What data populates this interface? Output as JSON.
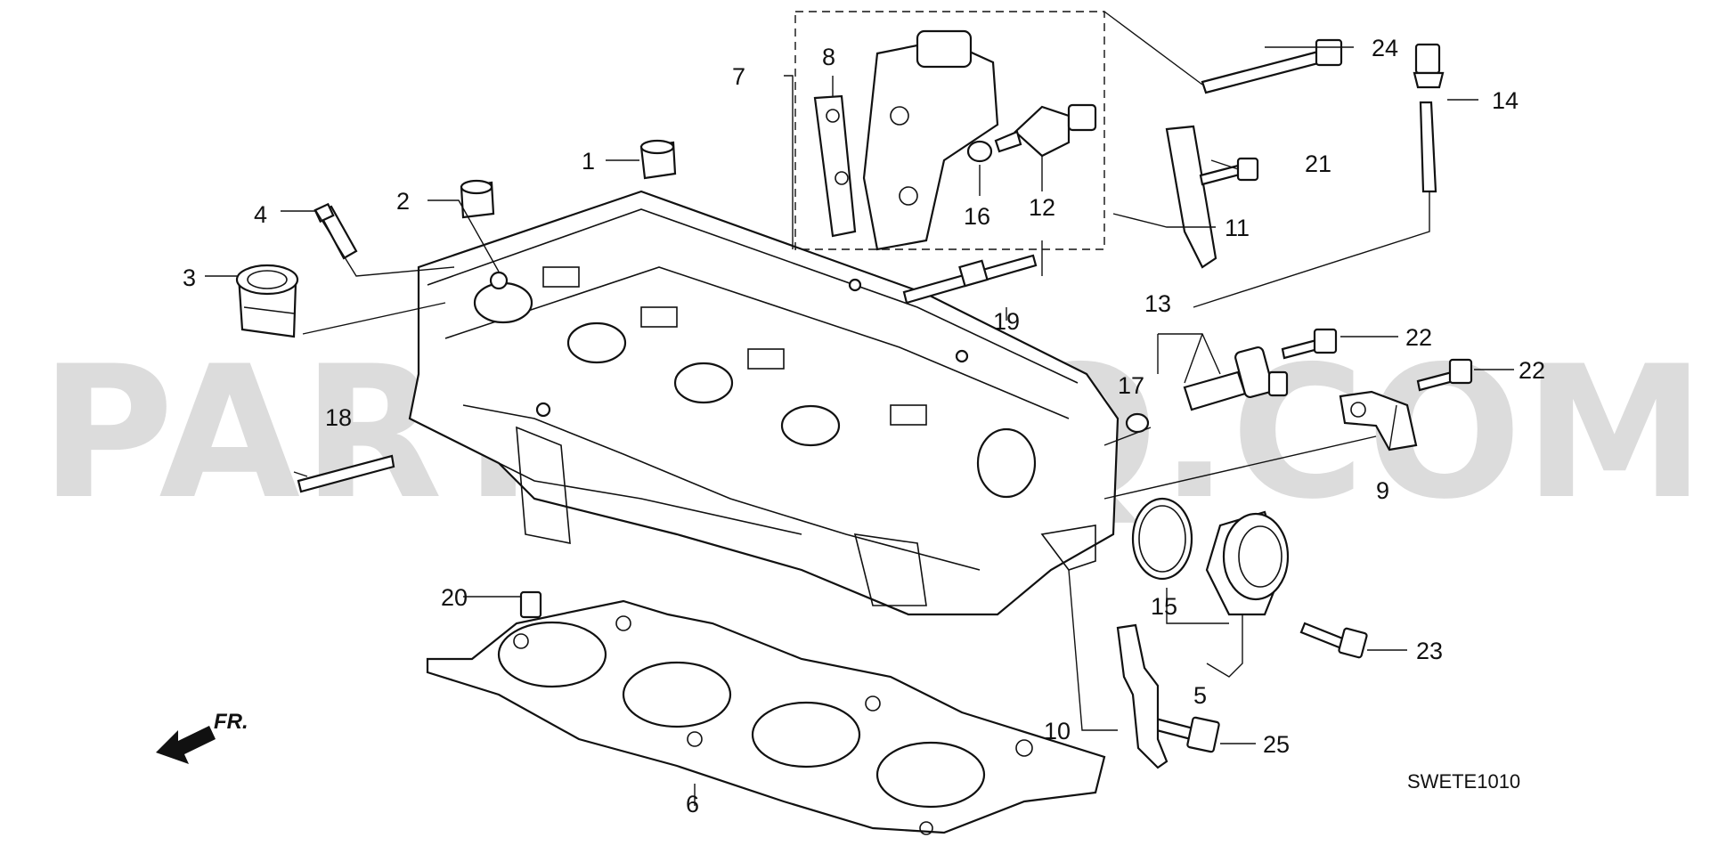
{
  "watermark": "PARTSOUQ.COM",
  "diagram_code": "SWETE1010",
  "front_marker": "FR.",
  "callouts": {
    "c1": "1",
    "c2": "2",
    "c3": "3",
    "c4": "4",
    "c5": "5",
    "c6": "6",
    "c7": "7",
    "c8": "8",
    "c9": "9",
    "c10": "10",
    "c11": "11",
    "c12": "12",
    "c13": "13",
    "c14": "14",
    "c15": "15",
    "c16": "16",
    "c17": "17",
    "c18": "18",
    "c19": "19",
    "c20": "20",
    "c21": "21",
    "c22a": "22",
    "c22b": "22",
    "c23": "23",
    "c24": "24",
    "c25": "25"
  },
  "icons": {
    "front_arrow": "front-direction-arrow-icon"
  }
}
